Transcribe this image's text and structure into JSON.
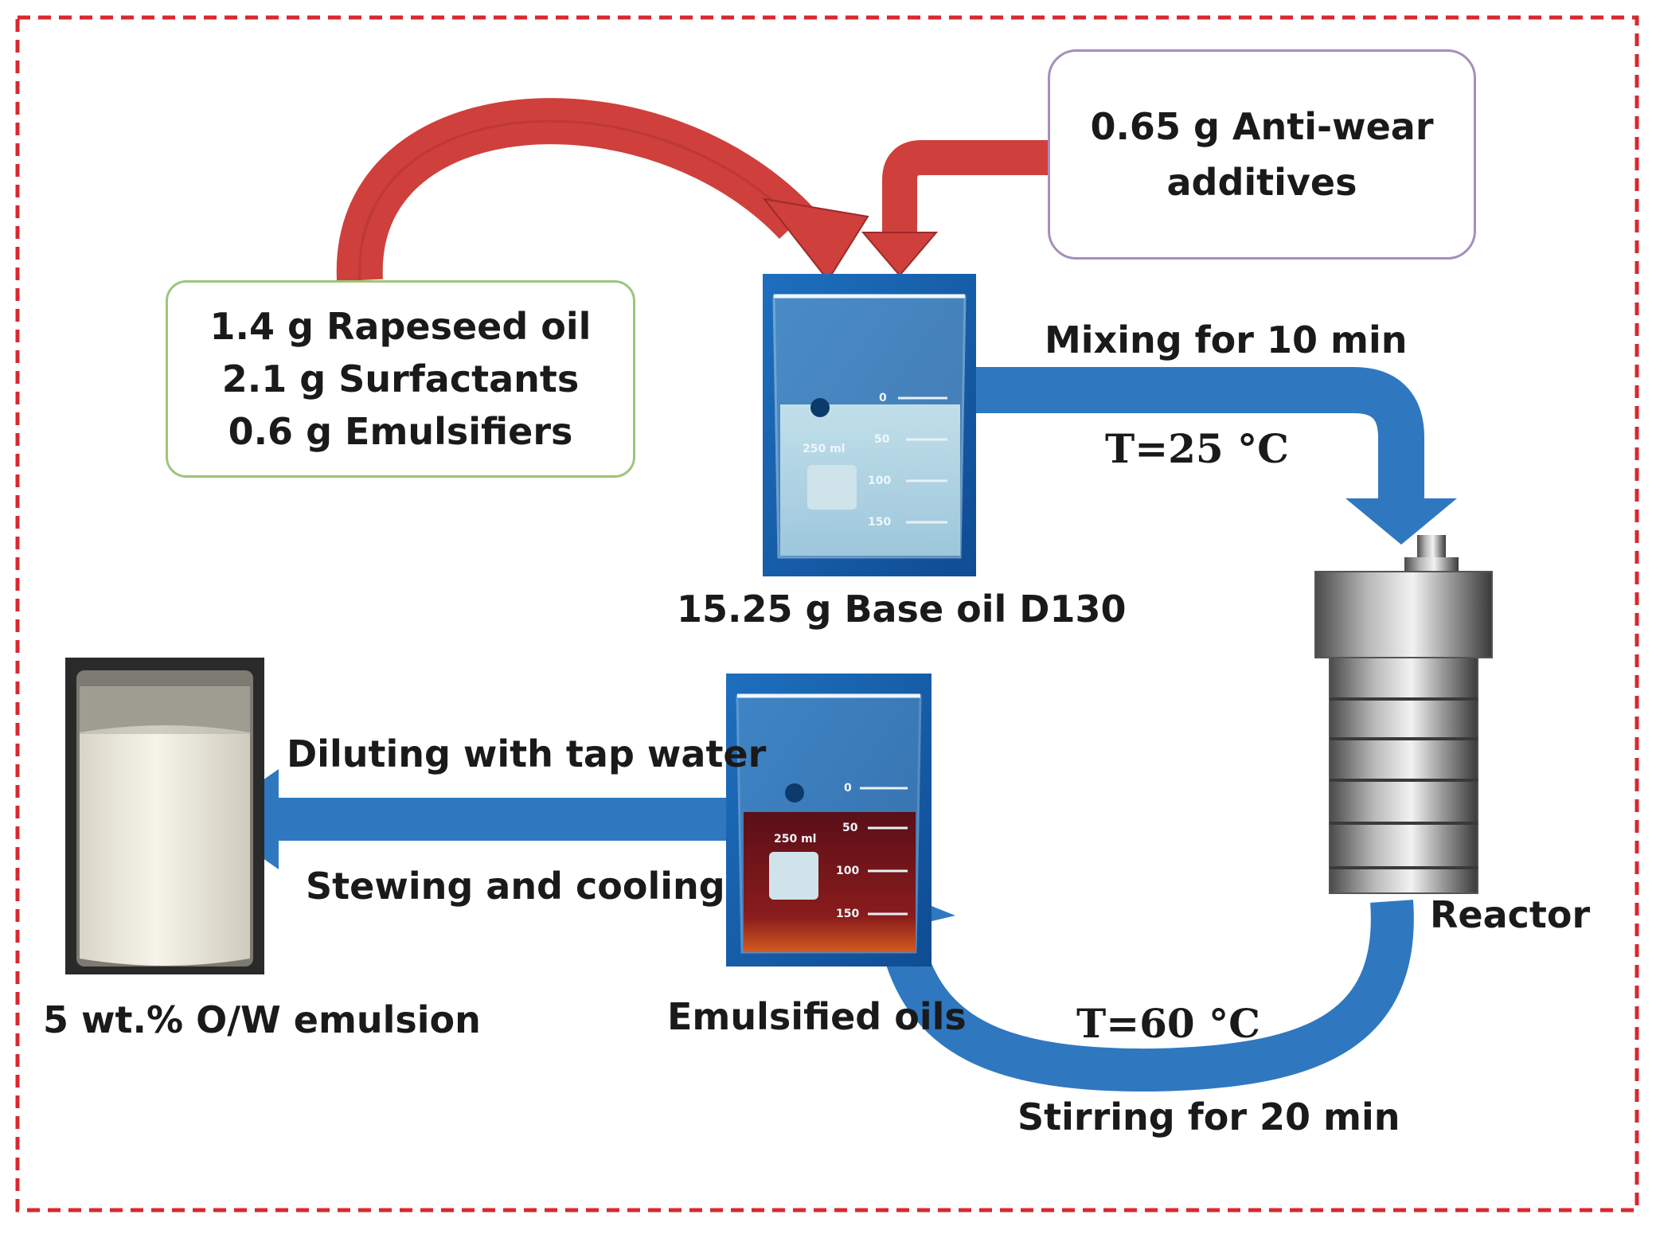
{
  "ingredients": {
    "line1": "1.4 g Rapeseed oil",
    "line2": "2.1 g Surfactants",
    "line3": "0.6 g Emulsifiers"
  },
  "additives": {
    "line1": "0.65 g Anti-wear",
    "line2": "additives"
  },
  "base_oil_label": "15.25 g Base oil D130",
  "mixing": {
    "label": "Mixing for 10 min",
    "temperature": "T=25 °C"
  },
  "reactor_label": "Reactor",
  "stirring": {
    "temperature": "T=60 °C",
    "label": "Stirring for 20 min"
  },
  "emulsified_label": "Emulsified oils",
  "dilution": {
    "label": "Diluting with tap water",
    "sublabel": "Stewing and cooling"
  },
  "emulsion_label": "5 wt.% O/W emulsion",
  "beaker_markings": {
    "volume": "250 ml",
    "marks": [
      "0",
      "50",
      "100",
      "150"
    ]
  },
  "colors": {
    "frame": "#d9282f",
    "red_arrow": "#cf3f3c",
    "blue_arrow": "#2f78c0",
    "ingredients_border": "#9cc67a",
    "additives_border": "#a58fba"
  }
}
